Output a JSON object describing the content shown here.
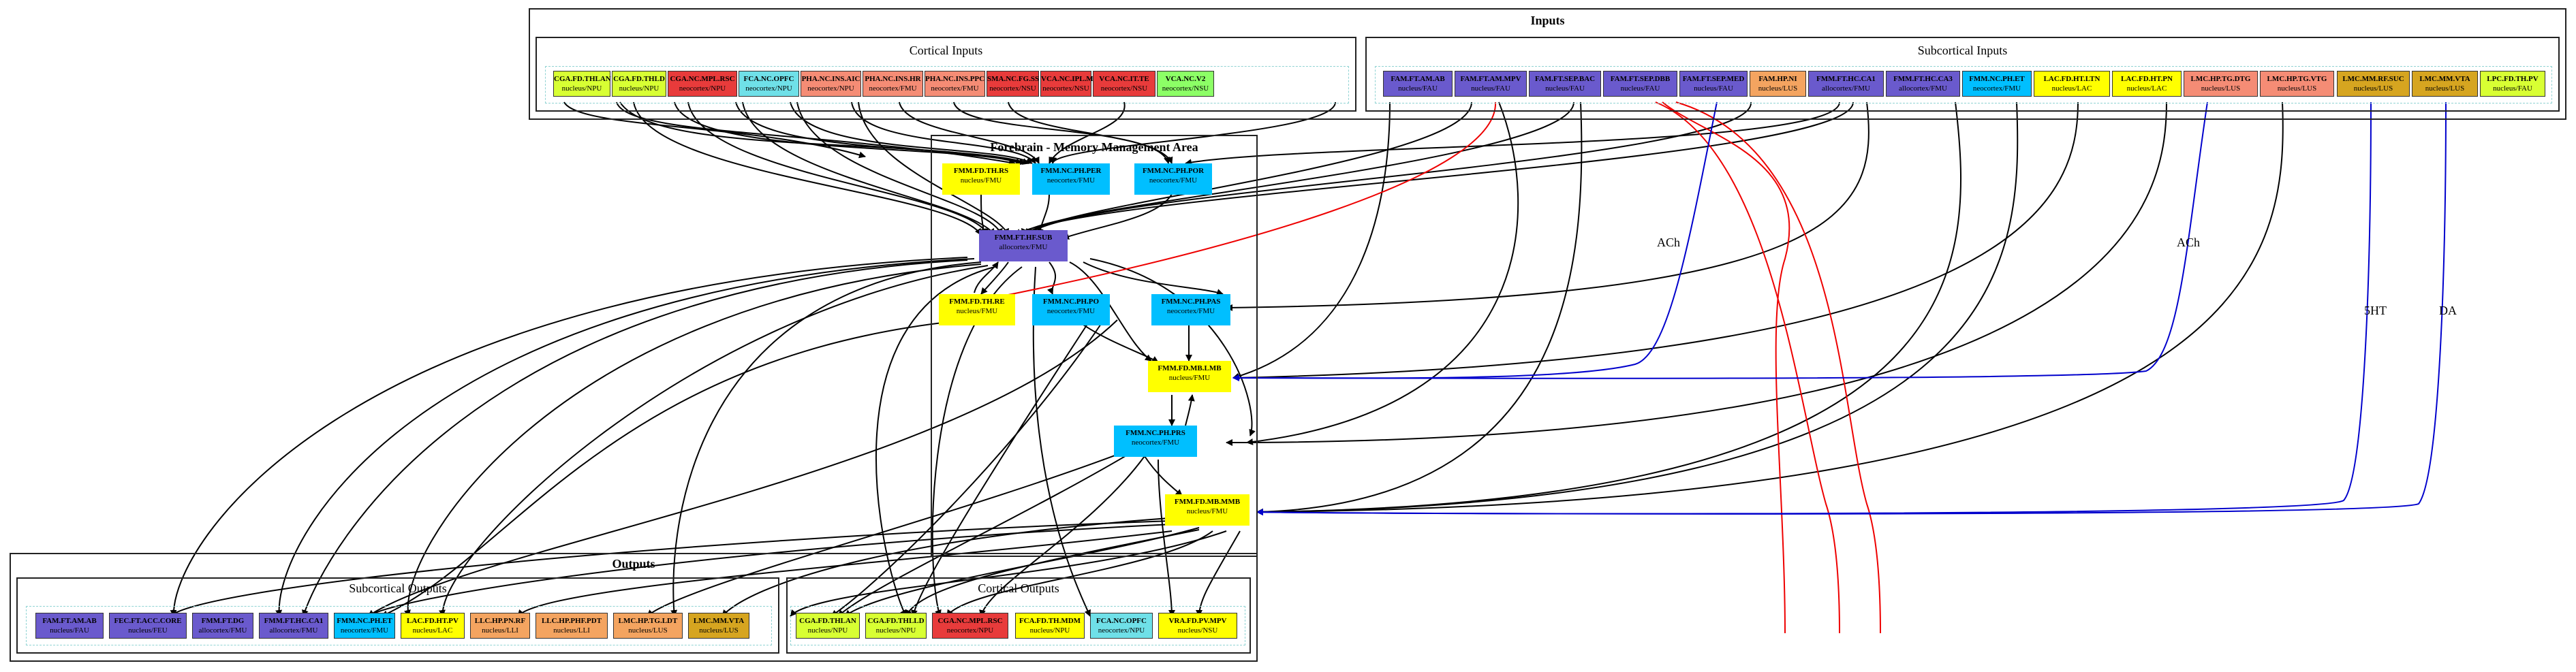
{
  "colors": {
    "yellow": "#ffff00",
    "yellowgreen": "#d8ff33",
    "red": "#e83b3b",
    "cyan": "#00bfff",
    "lightcyan": "#6fe0e8",
    "salmon": "#f58c75",
    "purple": "#6a5acd",
    "orange": "#f4a460",
    "gold": "#d6a520",
    "lightgreen": "#8cff66"
  },
  "clusters": {
    "inputs": "Inputs",
    "cortical_inputs": "Cortical Inputs",
    "subcortical_inputs": "Subcortical Inputs",
    "forebrain": "Forebrain - Memory Management Area",
    "outputs": "Outputs",
    "subcortical_outputs": "Subcortical Outputs",
    "cortical_outputs": "Cortical Outputs"
  },
  "cortical_inputs": [
    {
      "title": "CGA.FD.THLAN",
      "sub": "nucleus/NPU",
      "color": "yellowgreen"
    },
    {
      "title": "CGA.FD.THLD",
      "sub": "nucleus/NPU",
      "color": "yellowgreen"
    },
    {
      "title": "CGA.NC.MPL.RSC",
      "sub": "neocortex/NPU",
      "color": "red"
    },
    {
      "title": "FCA.NC.OPFC",
      "sub": "neocortex/NPU",
      "color": "lightcyan"
    },
    {
      "title": "PHA.NC.INS.AIC",
      "sub": "neocortex/NPU",
      "color": "salmon"
    },
    {
      "title": "PHA.NC.INS.HR",
      "sub": "neocortex/FMU",
      "color": "salmon"
    },
    {
      "title": "PHA.NC.INS.PPC",
      "sub": "neocortex/FMU",
      "color": "salmon"
    },
    {
      "title": "SMA.NC.FG.SS",
      "sub": "neocortex/NSU",
      "color": "red"
    },
    {
      "title": "VCA.NC.IPL.MST",
      "sub": "neocortex/NSU",
      "color": "red"
    },
    {
      "title": "VCA.NC.IT.TE",
      "sub": "neocortex/NSU",
      "color": "red"
    },
    {
      "title": "VCA.NC.V2",
      "sub": "neocortex/NSU",
      "color": "lightgreen"
    }
  ],
  "subcortical_inputs": [
    {
      "title": "FAM.FT.AM.AB",
      "sub": "nucleus/FAU",
      "color": "purple"
    },
    {
      "title": "FAM.FT.AM.MPV",
      "sub": "nucleus/FAU",
      "color": "purple"
    },
    {
      "title": "FAM.FT.SEP.BAC",
      "sub": "nucleus/FAU",
      "color": "purple"
    },
    {
      "title": "FAM.FT.SEP.DBB",
      "sub": "nucleus/FAU",
      "color": "purple"
    },
    {
      "title": "FAM.FT.SEP.MED",
      "sub": "nucleus/FAU",
      "color": "purple"
    },
    {
      "title": "FAM.HP.NI",
      "sub": "nucleus/LUS",
      "color": "orange"
    },
    {
      "title": "FMM.FT.HC.CA1",
      "sub": "allocortex/FMU",
      "color": "purple"
    },
    {
      "title": "FMM.FT.HC.CA3",
      "sub": "allocortex/FMU",
      "color": "purple"
    },
    {
      "title": "FMM.NC.PH.ET",
      "sub": "neocortex/FMU",
      "color": "cyan"
    },
    {
      "title": "LAC.FD.HT.LTN",
      "sub": "nucleus/LAC",
      "color": "yellow"
    },
    {
      "title": "LAC.FD.HT.PN",
      "sub": "nucleus/LAC",
      "color": "yellow"
    },
    {
      "title": "LMC.HP.TG.DTG",
      "sub": "nucleus/LUS",
      "color": "salmon"
    },
    {
      "title": "LMC.HP.TG.VTG",
      "sub": "nucleus/LUS",
      "color": "salmon"
    },
    {
      "title": "LMC.MM.RF.SUC",
      "sub": "nucleus/LUS",
      "color": "gold"
    },
    {
      "title": "LMC.MM.VTA",
      "sub": "nucleus/LUS",
      "color": "gold"
    },
    {
      "title": "LPC.FD.TH.PV",
      "sub": "nucleus/FAU",
      "color": "yellowgreen"
    }
  ],
  "forebrain_nodes": [
    {
      "title": "FMM.FD.TH.RS",
      "sub": "nucleus/FMU",
      "color": "yellow"
    },
    {
      "title": "FMM.NC.PH.PER",
      "sub": "neocortex/FMU",
      "color": "cyan"
    },
    {
      "title": "FMM.NC.PH.POR",
      "sub": "neocortex/FMU",
      "color": "cyan"
    },
    {
      "title": "FMM.FT.HF.SUB",
      "sub": "allocortex/FMU",
      "color": "purple"
    },
    {
      "title": "FMM.FD.TH.RE",
      "sub": "nucleus/FMU",
      "color": "yellow"
    },
    {
      "title": "FMM.NC.PH.PO",
      "sub": "neocortex/FMU",
      "color": "cyan"
    },
    {
      "title": "FMM.NC.PH.PAS",
      "sub": "neocortex/FMU",
      "color": "cyan"
    },
    {
      "title": "FMM.FD.MB.LMB",
      "sub": "nucleus/FMU",
      "color": "yellow"
    },
    {
      "title": "FMM.NC.PH.PRS",
      "sub": "neocortex/FMU",
      "color": "cyan"
    },
    {
      "title": "FMM.FD.MB.MMB",
      "sub": "nucleus/FMU",
      "color": "yellow"
    }
  ],
  "subcortical_outputs": [
    {
      "title": "FAM.FT.AM.AB",
      "sub": "nucleus/FAU",
      "color": "purple"
    },
    {
      "title": "FEC.FT.ACC.CORE",
      "sub": "nucleus/FEU",
      "color": "purple"
    },
    {
      "title": "FMM.FT.DG",
      "sub": "allocortex/FMU",
      "color": "purple"
    },
    {
      "title": "FMM.FT.HC.CA1",
      "sub": "allocortex/FMU",
      "color": "purple"
    },
    {
      "title": "FMM.NC.PH.ET",
      "sub": "neocortex/FMU",
      "color": "cyan"
    },
    {
      "title": "LAC.FD.HT.PV",
      "sub": "nucleus/LAC",
      "color": "yellow"
    },
    {
      "title": "LLC.HP.PN.RF",
      "sub": "nucleus/LLI",
      "color": "orange"
    },
    {
      "title": "LLC.HP.PHF.PDT",
      "sub": "nucleus/LLI",
      "color": "orange"
    },
    {
      "title": "LMC.HP.TG.LDT",
      "sub": "nucleus/LUS",
      "color": "orange"
    },
    {
      "title": "LMC.MM.VTA",
      "sub": "nucleus/LUS",
      "color": "gold"
    }
  ],
  "cortical_outputs": [
    {
      "title": "CGA.FD.THLAN",
      "sub": "nucleus/NPU",
      "color": "yellowgreen"
    },
    {
      "title": "CGA.FD.THLLD",
      "sub": "nucleus/NPU",
      "color": "yellowgreen"
    },
    {
      "title": "CGA.NC.MPL.RSC",
      "sub": "neocortex/NPU",
      "color": "red"
    },
    {
      "title": "FCA.FD.TH.MDM",
      "sub": "nucleus/NPU",
      "color": "yellow"
    },
    {
      "title": "FCA.NC.OPFC",
      "sub": "neocortex/NPU",
      "color": "lightcyan"
    },
    {
      "title": "VRA.FD.PV.MPV",
      "sub": "nucleus/NSU",
      "color": "yellow"
    }
  ],
  "edge_labels": {
    "ach1": "ACh",
    "ach2": "ACh",
    "ht5": "5HT",
    "da": "DA"
  }
}
